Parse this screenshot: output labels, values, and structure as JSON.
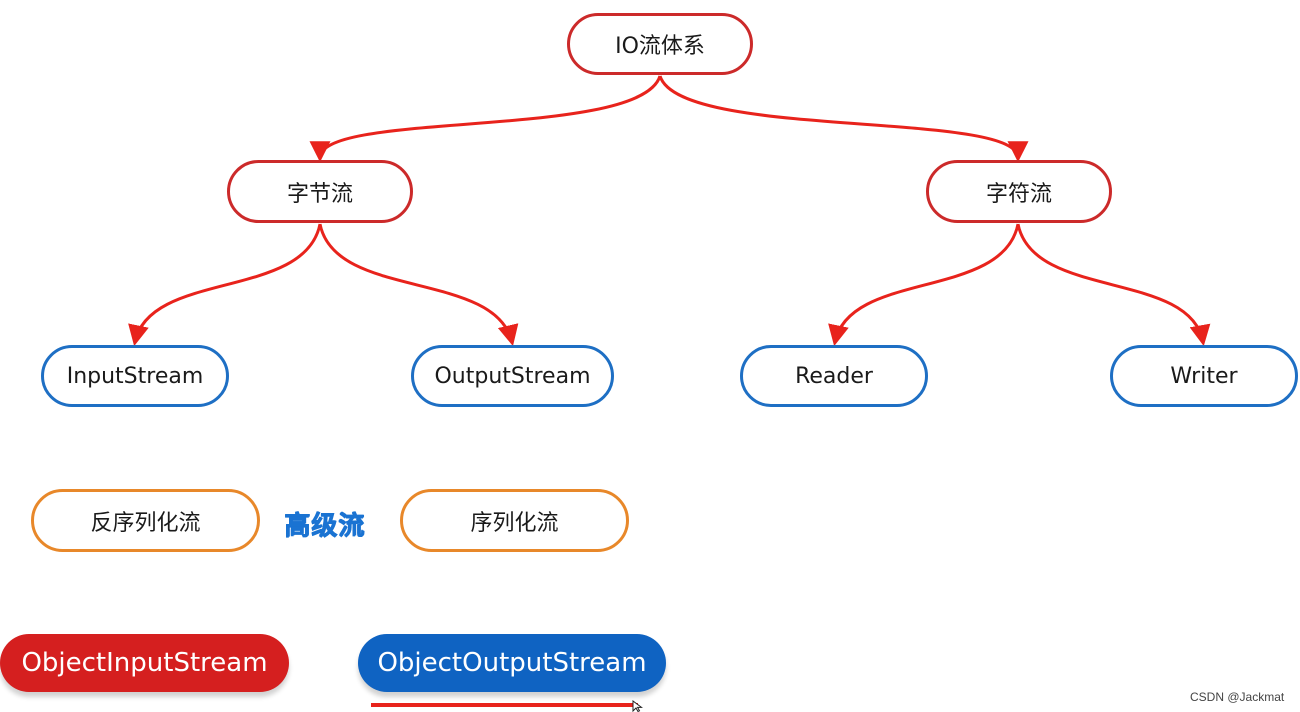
{
  "diagram": {
    "root": "IO流体系",
    "byte_stream": "字节流",
    "char_stream": "字符流",
    "input_stream": "InputStream",
    "output_stream": "OutputStream",
    "reader": "Reader",
    "writer": "Writer",
    "deserialization_stream": "反序列化流",
    "advanced_stream_label": "高级流",
    "serialization_stream": "序列化流",
    "object_input_stream": "ObjectInputStream",
    "object_output_stream": "ObjectOutputStream"
  },
  "watermark": "CSDN @Jackmat",
  "colors": {
    "edge": "#e8231c",
    "root_border": "#cc2a2a",
    "class_border": "#1e6fc4",
    "advanced_border": "#e8882a",
    "object_input_fill": "#d51f1f",
    "object_output_fill": "#0f63c2",
    "label_blue": "#1a73d2"
  },
  "icons": {
    "cursor": "mouse-pointer-icon"
  }
}
